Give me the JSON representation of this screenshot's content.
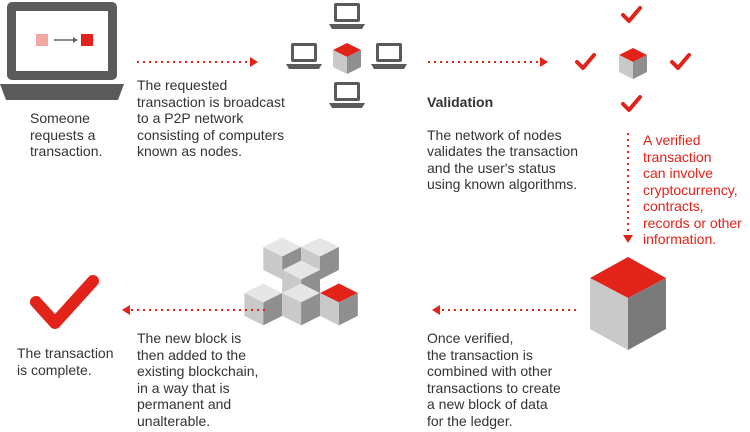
{
  "steps": {
    "request": "Someone\nrequests a\ntransaction.",
    "broadcast": "The requested\ntransaction is broadcast\nto a P2P network\nconsisting of computers\nknown as nodes.",
    "validation_title": "Validation",
    "validation_body": "The network of nodes\nvalidates the transaction\nand the user's status\nusing known algorithms.",
    "verified": "A verified\ntransaction\ncan involve\ncryptocurrency,\ncontracts,\nrecords or other\ninformation.",
    "combined": "Once verified,\nthe transaction is\ncombined with other\ntransactions to create\na new block of data\nfor the ledger.",
    "added": "The new block is\nthen added to the\nexisting blockchain,\nin a way that is\npermanent and\nunalterable.",
    "complete": "The transaction\nis complete."
  },
  "colors": {
    "accent": "#e2231a",
    "text": "#333333",
    "device": "#5a5a5a",
    "cube_light": "#e6e6e6",
    "cube_mid": "#c9c9c9",
    "cube_dark": "#8c8c8c"
  },
  "icons": [
    "laptop-icon",
    "node-laptop-icon",
    "cube-icon",
    "checkmark-icon",
    "arrow-right-icon",
    "arrow-left-icon",
    "arrow-down-icon"
  ]
}
